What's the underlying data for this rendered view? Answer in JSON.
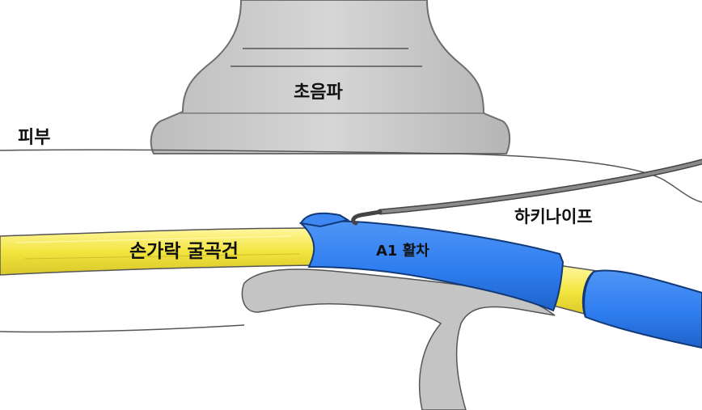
{
  "labels": {
    "ultrasound_probe": "초음파",
    "skin": "피부",
    "hook_knife": "하키나이프",
    "flexor_tendon": "손가락 굴곡건",
    "a1_pulley": "A1 활차"
  },
  "colors": {
    "probe_fill": "#c6c6c6",
    "probe_outline": "#6e6e6e",
    "tendon_yellow": "#f4e84a",
    "sheath_blue": "#2e7df0",
    "sheath_outline": "#123a78",
    "bone_gray": "#c4c4c4",
    "knife_gray": "#6f6f6f",
    "outline": "#444444"
  }
}
